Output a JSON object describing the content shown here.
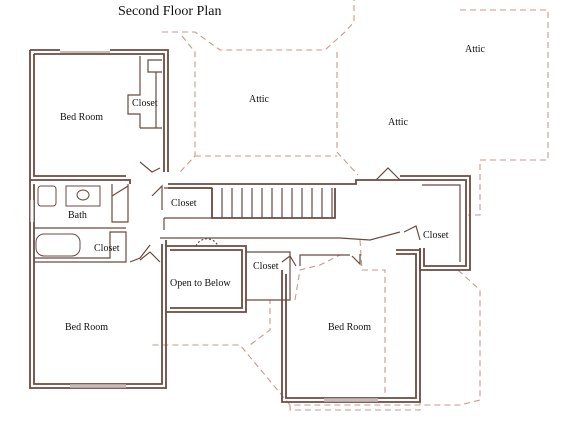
{
  "title": "Second Floor Plan",
  "rooms": {
    "bedroom_nw": "Bed Room",
    "closet_nw": "Closet",
    "attic_center": "Attic",
    "attic_right": "Attic",
    "attic_far_right": "Attic",
    "closet_hall": "Closet",
    "bath": "Bath",
    "closet_bath": "Closet",
    "closet_east": "Closet",
    "open_to_below": "Open to Below",
    "closet_mid": "Closet",
    "bedroom_sw": "Bed Room",
    "bedroom_se": "Bed Room"
  }
}
